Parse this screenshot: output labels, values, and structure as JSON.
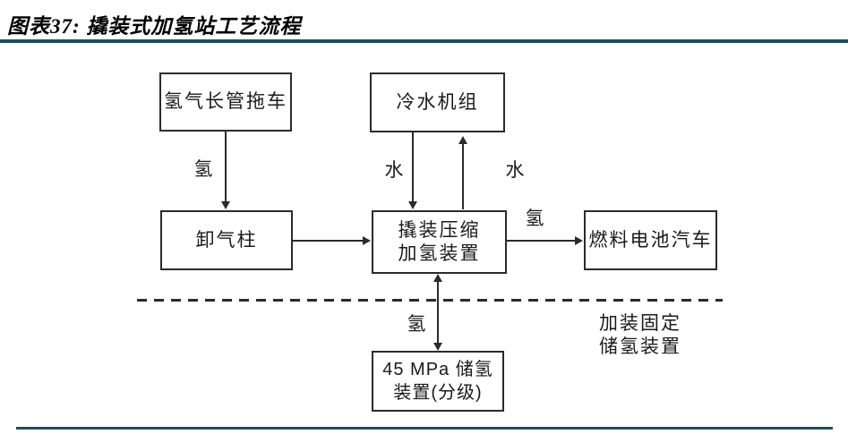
{
  "title": "图表37: 撬装式加氢站工艺流程",
  "colors": {
    "divider_teal": "#1C4E63",
    "diagram_line": "#2B2B2B",
    "background": "#FFFFFF"
  },
  "boxes": {
    "trailer": {
      "label": "氢气长管拖车"
    },
    "chiller": {
      "label": "冷水机组"
    },
    "unloading_column": {
      "label": "卸气柱"
    },
    "compressor": {
      "line1": "撬装压缩",
      "line2": "加氢装置"
    },
    "fuel_cell_vehicle": {
      "label": "燃料电池汽车"
    },
    "storage": {
      "line1": "45 MPa 储氢",
      "line2": "装置(分级)"
    }
  },
  "flow_labels": {
    "hydrogen_to_column": "氢",
    "water_supply": "水",
    "water_return": "水",
    "hydrogen_to_vehicle": "氢",
    "hydrogen_to_storage": "氢"
  },
  "annotation": {
    "line1": "加装固定",
    "line2": "储氢装置"
  }
}
